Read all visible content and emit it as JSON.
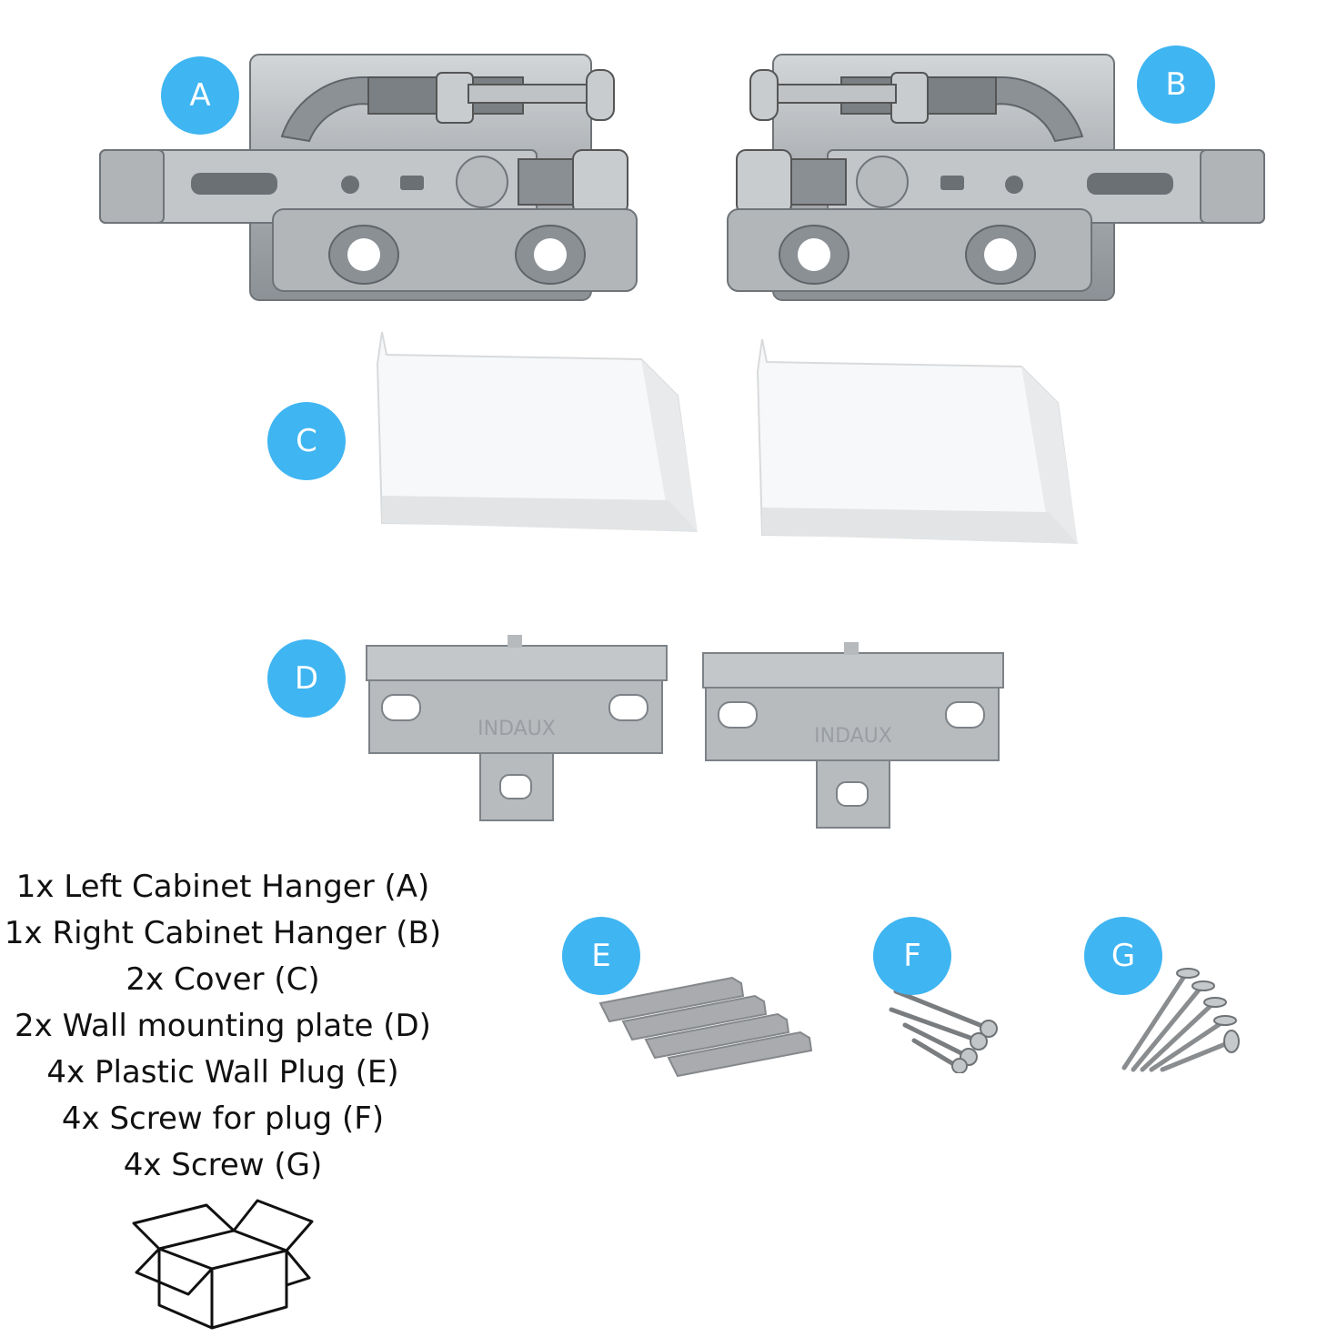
{
  "badges": {
    "a": "A",
    "b": "B",
    "c": "C",
    "d": "D",
    "e": "E",
    "f": "F",
    "g": "G"
  },
  "contents": [
    "1x Left Cabinet Hanger (A)",
    "1x Right Cabinet Hanger (B)",
    "2x Cover (C)",
    "2x Wall mounting plate (D)",
    "4x Plastic Wall Plug (E)",
    "4x Screw for plug (F)",
    "4x Screw (G)"
  ],
  "plate_brand": "INDAUX",
  "colors": {
    "badge": "#3fb5f2",
    "metal": "#b9bcbf",
    "metal_dark": "#7d8287",
    "cover": "#f4f5f6",
    "plug": "#a9abae"
  },
  "icons": {
    "box": "open-box-icon"
  }
}
